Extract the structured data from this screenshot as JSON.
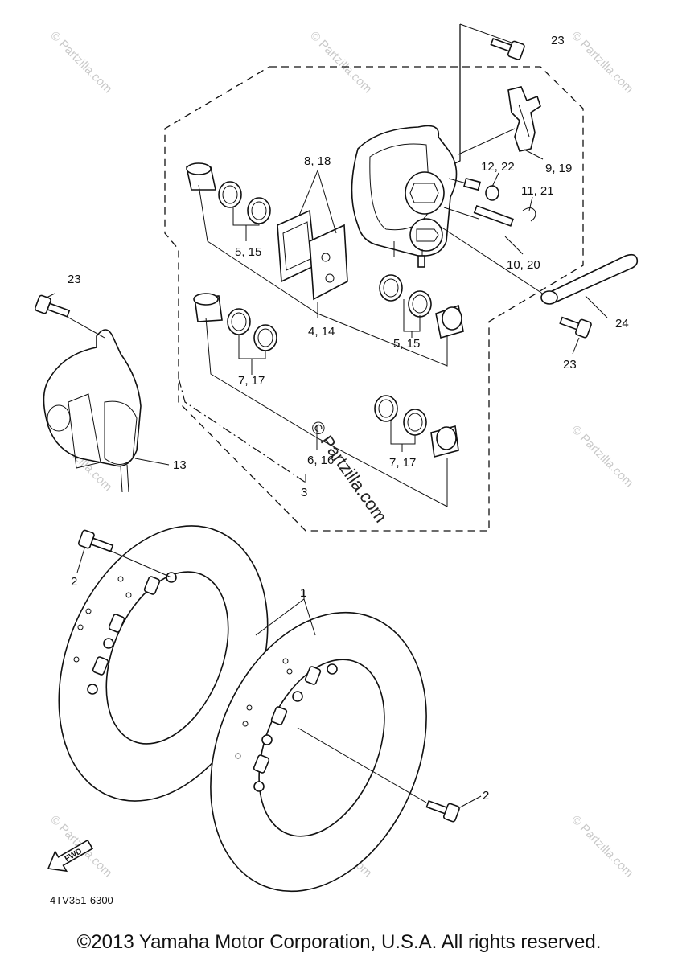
{
  "diagram": {
    "callouts": {
      "c1": "1",
      "c2a": "2",
      "c2b": "2",
      "c3": "3",
      "c4": "4, 14",
      "c5a": "5, 15",
      "c5b": "5, 15",
      "c6": "6, 16",
      "c7a": "7, 17",
      "c7b": "7, 17",
      "c8": "8, 18",
      "c9": "9, 19",
      "c10": "10, 20",
      "c11": "11, 21",
      "c12": "12, 22",
      "c13": "13",
      "c23a": "23",
      "c23b": "23",
      "c23c": "23",
      "c24": "24"
    },
    "fwd_label": "FWD",
    "part_number": "4TV351-6300"
  },
  "watermarks": {
    "small": "© Partzilla.com",
    "center": "© Partzilla.com"
  },
  "footer": {
    "copyright": "©2013 Yamaha Motor Corporation, U.S.A. All rights reserved."
  }
}
